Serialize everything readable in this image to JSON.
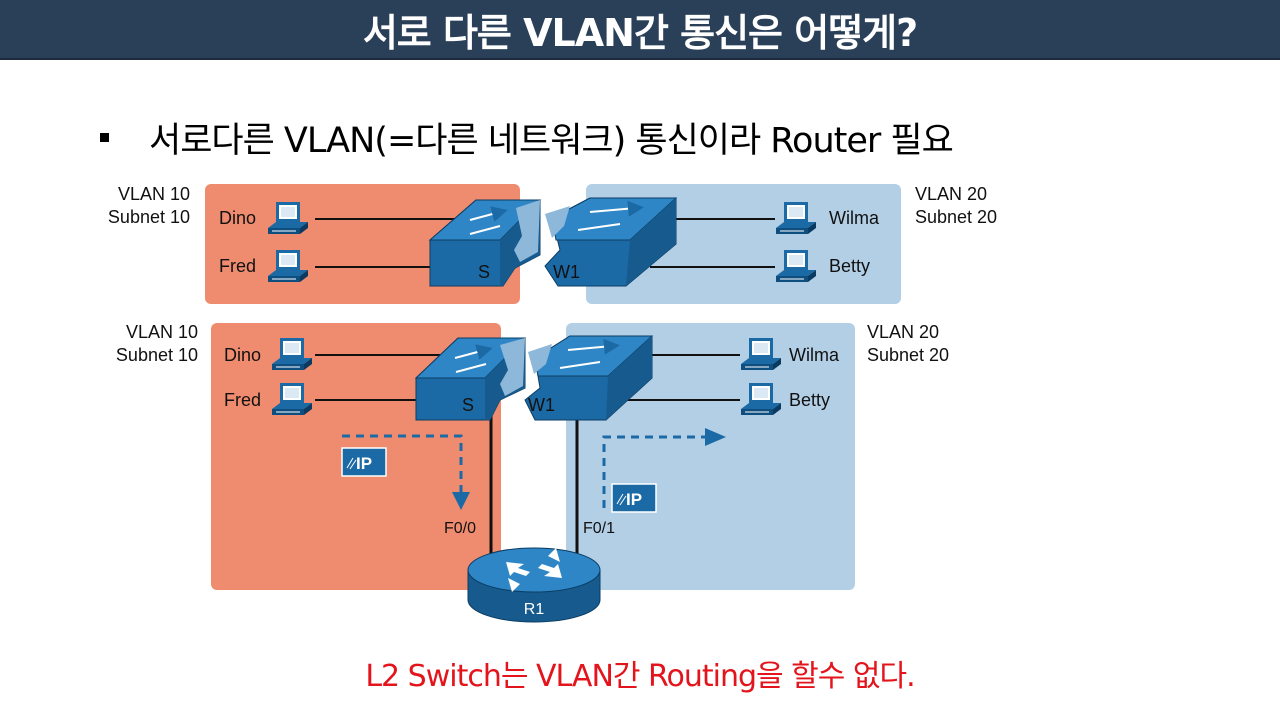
{
  "title": "서로 다른 VLAN간 통신은 어떻게?",
  "bullet": "서로다른 VLAN(=다른 네트워크) 통신이라  Router 필요",
  "footer": "L2 Switch는 VLAN간 Routing을 할수 없다.",
  "colors": {
    "title_bg": "#2a3f58",
    "vlan10_zone": "#ef8c6f",
    "vlan20_zone": "#b3cfe6",
    "device_blue": "#1b6aa5",
    "footer_red": "#e3141b"
  },
  "diagram_top": {
    "vlan10_name": "VLAN 10",
    "vlan10_subnet": "Subnet 10",
    "vlan20_name": "VLAN 20",
    "vlan20_subnet": "Subnet 20",
    "hosts_left": [
      "Dino",
      "Fred"
    ],
    "hosts_right": [
      "Wilma",
      "Betty"
    ],
    "switch_label_left": "S",
    "switch_label_right": "W1"
  },
  "diagram_bottom": {
    "vlan10_name": "VLAN 10",
    "vlan10_subnet": "Subnet 10",
    "vlan20_name": "VLAN 20",
    "vlan20_subnet": "Subnet 20",
    "hosts_left": [
      "Dino",
      "Fred"
    ],
    "hosts_right": [
      "Wilma",
      "Betty"
    ],
    "switch_label_left": "S",
    "switch_label_right": "W1",
    "port_left": "F0/0",
    "port_right": "F0/1",
    "router_label": "R1",
    "packet_label": "IP"
  }
}
